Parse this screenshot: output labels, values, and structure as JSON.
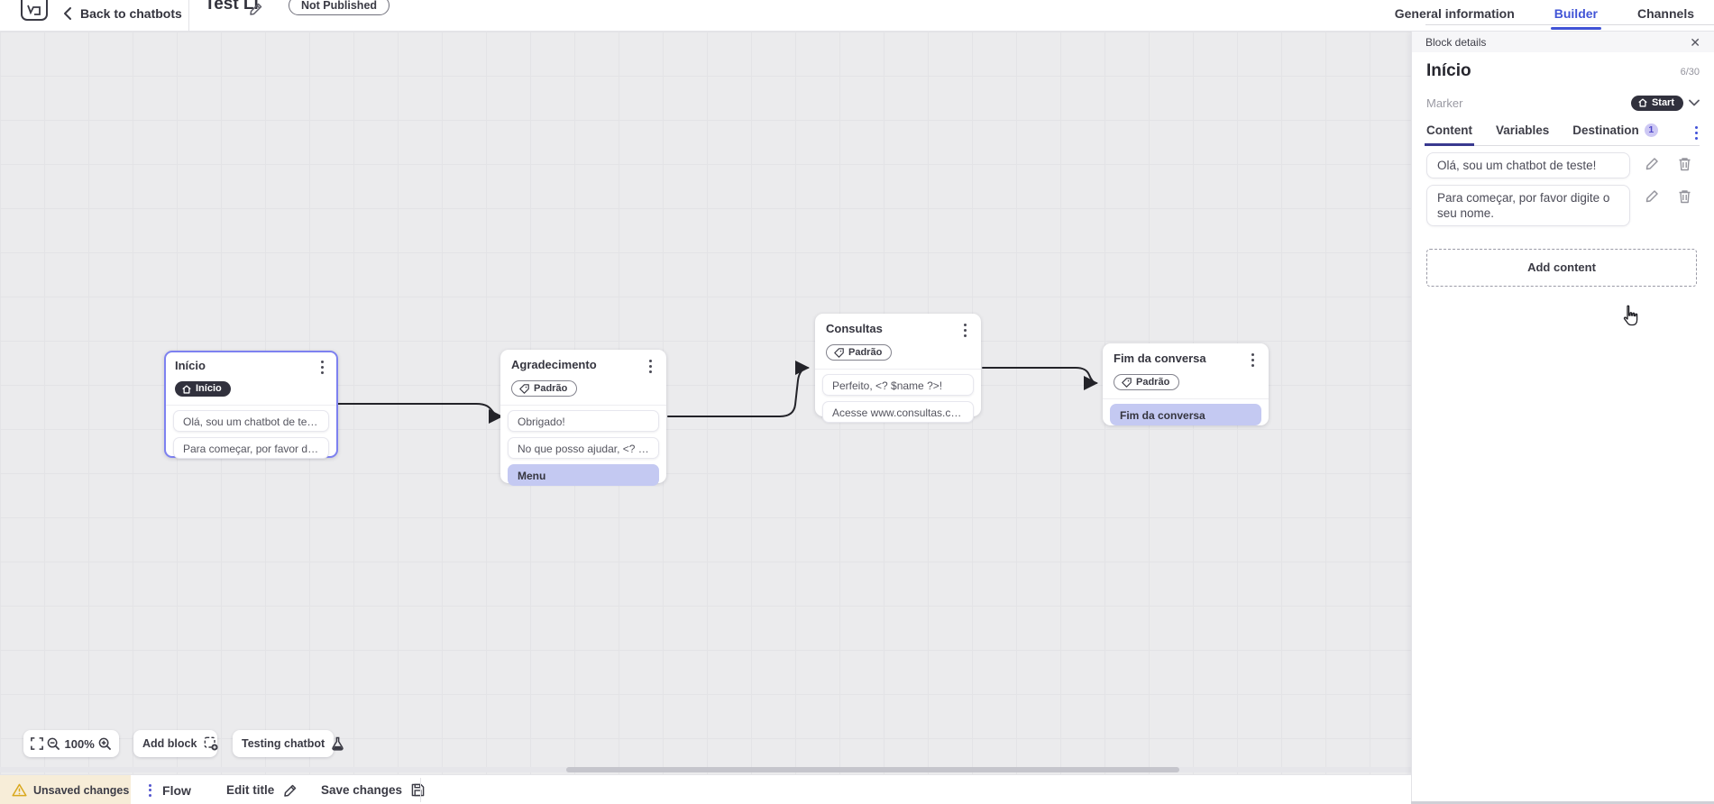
{
  "topbar": {
    "back_label": "Back to chatbots",
    "bot_title": "Test Li",
    "status_badge": "Not Published",
    "tabs": [
      {
        "label": "General information",
        "active": false
      },
      {
        "label": "Builder",
        "active": true
      },
      {
        "label": "Channels",
        "active": false
      }
    ]
  },
  "panel": {
    "header": "Block details",
    "close_icon": "✕",
    "block_title": "Início",
    "counter": "6/30",
    "marker_label": "Marker",
    "marker_value": "Start",
    "tabs": [
      {
        "label": "Content",
        "active": true
      },
      {
        "label": "Variables",
        "active": false
      },
      {
        "label": "Destination",
        "active": false,
        "badge": "1"
      }
    ],
    "messages": [
      {
        "text": "Olá, sou um chatbot de teste!"
      },
      {
        "text": "Para começar, por favor digite o seu nome."
      }
    ],
    "add_content_label": "Add content"
  },
  "canvas": {
    "blocks": [
      {
        "title": "Início",
        "marker_label": "Início",
        "selected": true,
        "items": [
          {
            "text": "Olá, sou um chatbot de teste!",
            "highlight": false
          },
          {
            "text": "Para começar, por favor digite o ...",
            "highlight": false
          }
        ]
      },
      {
        "title": "Agradecimento",
        "tag": "Padrão",
        "items": [
          {
            "text": "Obrigado!",
            "highlight": false
          },
          {
            "text": "No que posso ajudar, <? $name ...",
            "highlight": false
          },
          {
            "text": "Menu",
            "highlight": true
          }
        ]
      },
      {
        "title": "Consultas",
        "tag": "Padrão",
        "items": [
          {
            "text": "Perfeito, <? $name ?>!",
            "highlight": false
          },
          {
            "text": "Acesse www.consultas.com par...",
            "highlight": false
          }
        ]
      },
      {
        "title": "Fim da conversa",
        "tag": "Padrão",
        "items": [
          {
            "text": "Fim da conversa",
            "highlight": true
          }
        ]
      }
    ],
    "zoom_level": "100%",
    "add_block_label": "Add block",
    "testing_label": "Testing chatbot"
  },
  "bottombar": {
    "unsaved_label": "Unsaved changes",
    "flow_tab_label": "Flow",
    "edit_title_label": "Edit title",
    "save_label": "Save changes"
  },
  "colors": {
    "accent_blue": "#4154d6",
    "flow_indigo": "#5355cf",
    "selected_border": "#7d81f0",
    "highlight_item_bg": "#c4c9f2",
    "dark_pill_bg": "#31313d",
    "unsaved_bg": "#f7edd8",
    "warning_amber": "#d9a81e",
    "canvas_bg": "#ebebed"
  }
}
